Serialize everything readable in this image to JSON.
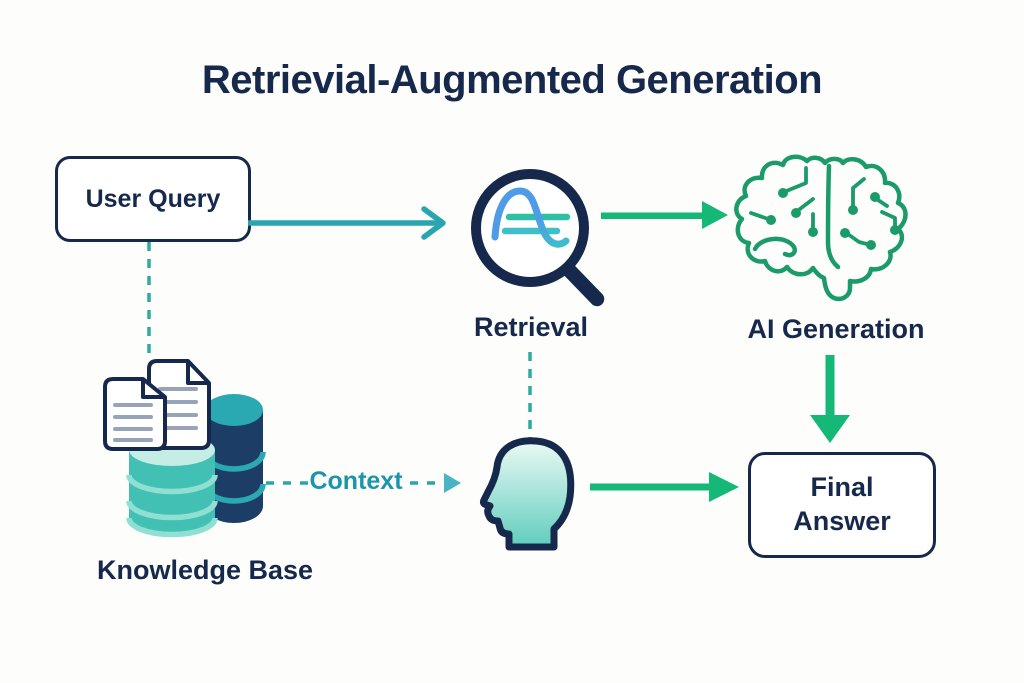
{
  "title": "Retrievial-Augmented Generation",
  "nodes": {
    "user_query": {
      "label": "User Query"
    },
    "retrieval": {
      "label": "Retrieval",
      "icon": "magnifier-icon"
    },
    "ai_generation": {
      "label": "AI Generation",
      "icon": "brain-circuit-icon"
    },
    "knowledge_base": {
      "label": "Knowledge Base",
      "icon": "database-documents-icon"
    },
    "human": {
      "icon": "human-head-icon"
    },
    "final_answer": {
      "label": "Final Answer"
    }
  },
  "edges": {
    "context": {
      "label": "Context"
    }
  },
  "colors": {
    "navy": "#16294C",
    "teal": "#29A5B0",
    "teal_dash": "#2EAB9F",
    "green": "#15B877",
    "brain_green": "#1C9B6A",
    "context_text": "#1C95AC",
    "context_arrow": "#4AB5C2",
    "cyl_navy": "#1C3E66",
    "cyl_navy_band": "#2BA9B2",
    "cyl_teal": "#41C0B3",
    "cyl_teal_light": "#C4EDE5",
    "cyl_teal_band": "#8FDFD3",
    "doc_line": "#96A3B8",
    "head_top": "#ECF9F4",
    "head_bottom": "#5FCDBD",
    "curve_blue": "#4E9BE8",
    "wave_green": "#2FC0A4",
    "wave_cyan": "#3EBFCA"
  }
}
